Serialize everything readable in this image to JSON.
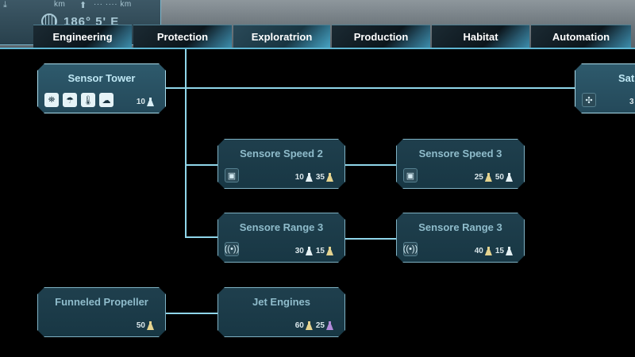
{
  "hud": {
    "coordinate": "186° 5' E",
    "small_left": "km",
    "small_right": "··· ···· km"
  },
  "tabs": [
    "Engineering",
    "Protection",
    "Exploratrion",
    "Production",
    "Habitat",
    "Automation"
  ],
  "active_tab": "Exploratrion",
  "nodes": [
    {
      "id": "sensor-tower",
      "title": "Sensor Tower",
      "cost": [
        {
          "amount": "10",
          "color": "#d9eef5"
        }
      ],
      "icons": [
        "satellite-icon",
        "cloud-rain-icon",
        "thermometer-icon",
        "cloud-wind-icon"
      ]
    },
    {
      "id": "sat",
      "title": "Sat",
      "cost": [
        {
          "amount": "3",
          "color": "#d9eef5"
        }
      ],
      "icons": [
        "satellite-icon"
      ]
    },
    {
      "id": "sensore-speed-2",
      "title": "Sensore Speed 2",
      "cost": [
        {
          "amount": "10",
          "color": "#e2eef2"
        },
        {
          "amount": "35",
          "color": "#e4d38f"
        }
      ],
      "icons": [
        "chip-icon"
      ]
    },
    {
      "id": "sensore-speed-3",
      "title": "Sensore Speed 3",
      "cost": [
        {
          "amount": "25",
          "color": "#e4d38f"
        },
        {
          "amount": "50",
          "color": "#e2eef2"
        }
      ],
      "icons": [
        "chip-icon"
      ]
    },
    {
      "id": "sensore-range-3a",
      "title": "Sensore Range 3",
      "cost": [
        {
          "amount": "30",
          "color": "#e2eef2"
        },
        {
          "amount": "15",
          "color": "#e4d38f"
        }
      ],
      "icons": [
        "signal-icon"
      ]
    },
    {
      "id": "sensore-range-3b",
      "title": "Sensore Range 3",
      "cost": [
        {
          "amount": "40",
          "color": "#e4d38f"
        },
        {
          "amount": "15",
          "color": "#e2eef2"
        }
      ],
      "icons": [
        "signal-icon"
      ]
    },
    {
      "id": "funneled-propeller",
      "title": "Funneled Propeller",
      "cost": [
        {
          "amount": "50",
          "color": "#e4d38f"
        }
      ],
      "icons": []
    },
    {
      "id": "jet-engines",
      "title": "Jet Engines",
      "cost": [
        {
          "amount": "60",
          "color": "#e4d38f"
        },
        {
          "amount": "25",
          "color": "#b18ad9"
        }
      ],
      "icons": []
    }
  ]
}
